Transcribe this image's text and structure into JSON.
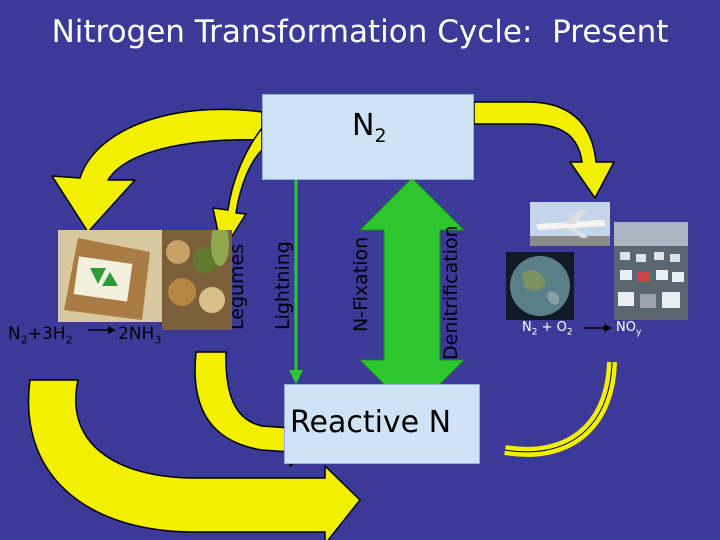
{
  "title": "Nitrogen Transformation Cycle:  Present",
  "nodes": {
    "top": {
      "base": "N",
      "sub": "2"
    },
    "bottom": {
      "text": "Reactive N"
    }
  },
  "processes": {
    "legumes": "Legumes",
    "lightning": "Lightning",
    "nfixation": "N-Fixation",
    "denitrification": "Denitrification"
  },
  "formulas": {
    "haber_reactants": {
      "a": "N",
      "a_sub": "2",
      "mid": "+3H",
      "b_sub": "2"
    },
    "ammonia": {
      "a": "2NH",
      "a_sub": "3"
    },
    "combustion_reactants": {
      "a": "N",
      "a_sub": "2",
      "mid": " + O",
      "b_sub": "2"
    },
    "nox": {
      "a": "NO",
      "a_sub": "y"
    }
  },
  "colors": {
    "background": "#3b3a99",
    "yellow_arrow": "#f2f000",
    "green_arrow": "#2ec62e",
    "box": "#cfe3f6"
  },
  "icons": {
    "fertilizer": "fertilizer-bag-photo",
    "seeds": "legume-seeds-photo",
    "airplane": "airplane-photo",
    "globe": "earth-photo",
    "traffic": "traffic-jam-photo"
  }
}
